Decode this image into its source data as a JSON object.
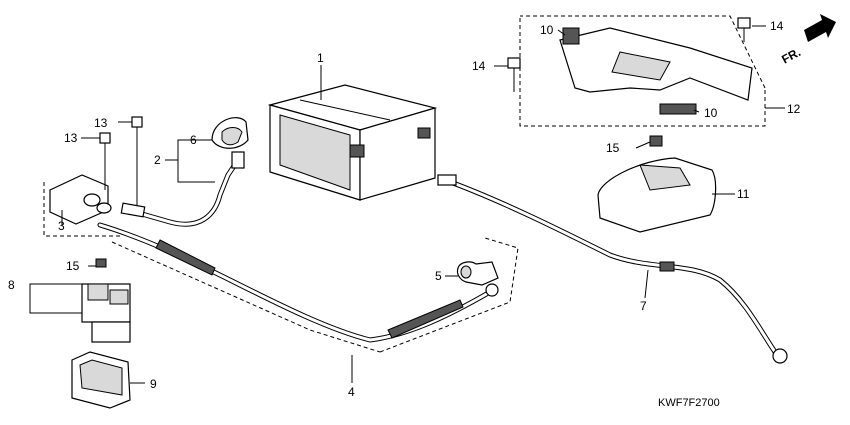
{
  "callouts": {
    "c1": "1",
    "c2": "2",
    "c3": "3",
    "c4": "4",
    "c5": "5",
    "c6": "6",
    "c7": "7",
    "c8": "8",
    "c9": "9",
    "c10a": "10",
    "c10b": "10",
    "c11": "11",
    "c12": "12",
    "c13a": "13",
    "c13b": "13",
    "c14a": "14",
    "c14b": "14",
    "c15a": "15",
    "c15b": "15"
  },
  "direction_label": "FR.",
  "diagram_code": "KWF7F2700"
}
